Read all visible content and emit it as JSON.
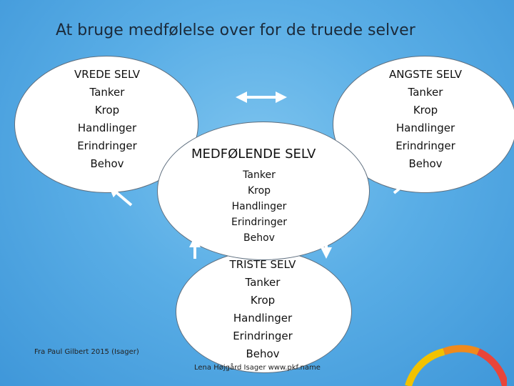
{
  "title": "At bruge medfølelse over for de truede selver",
  "vrede": {
    "heading": "VREDE SELV",
    "items": [
      "Tanker",
      "Krop",
      "Handlinger",
      "Erindringer",
      "Behov"
    ]
  },
  "angste": {
    "heading": "ANGSTE SELV",
    "items": [
      "Tanker",
      "Krop",
      "Handlinger",
      "Erindringer",
      "Behov"
    ]
  },
  "medfoelende": {
    "heading": "MEDFØLENDE SELV",
    "items": [
      "Tanker",
      "Krop",
      "Handlinger",
      "Erindringer",
      "Behov"
    ]
  },
  "triste": {
    "heading": "TRISTE SELV",
    "items": [
      "Tanker",
      "Krop",
      "Handlinger",
      "Erindringer",
      "Behov"
    ]
  },
  "source_note": "Fra Paul Gilbert 2015 (Isager)",
  "credit": "Lena Højgård Isager www.pkf.name",
  "colors": {
    "background": "#5aaee6",
    "ellipse_fill": "#ffffff",
    "arrow": "#ffffff",
    "logo_arc": [
      "#f2c200",
      "#f08a1c",
      "#e9453a"
    ]
  },
  "icons": [
    "double-arrow-icon",
    "arrow-icon",
    "logo-arc-icon"
  ]
}
